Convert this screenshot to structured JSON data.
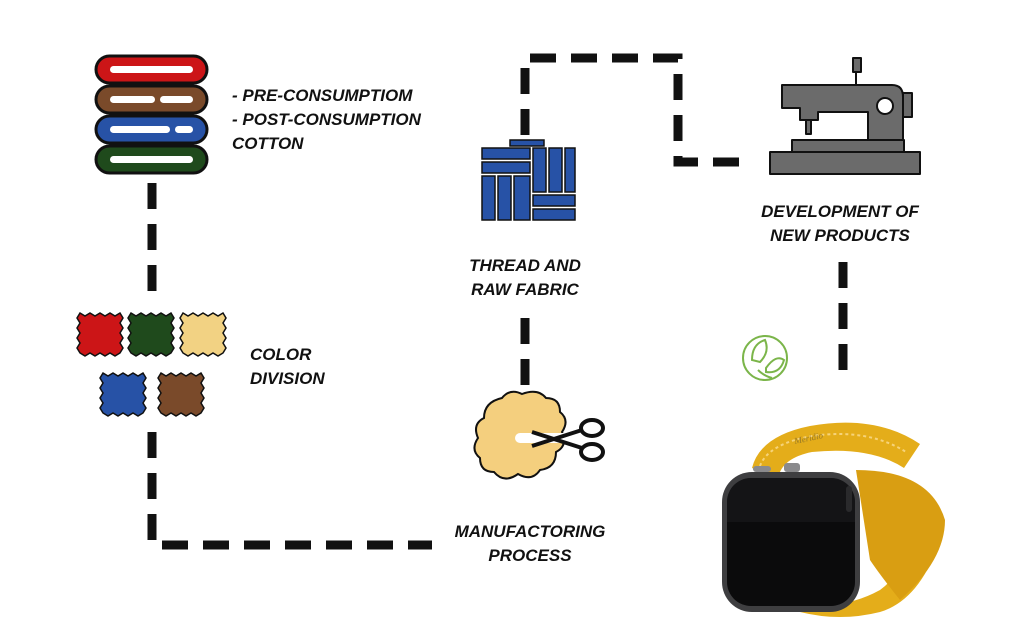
{
  "labels": {
    "cotton_line1": "- PRE-CONSUMPTIOM",
    "cotton_line2": "- POST-CONSUMPTION",
    "cotton_line3": "COTTON",
    "color_line1": "COLOR",
    "color_line2": "DIVISION",
    "thread_line1": "THREAD AND",
    "thread_line2": "RAW FABRIC",
    "dev_line1": "DEVELOPMENT OF",
    "dev_line2": "NEW PRODUCTS",
    "manu_line1": "MANUFACTORING",
    "manu_line2": "PROCESS"
  },
  "watch_strap_text": "Meridio",
  "colors": {
    "red": "#cc1517",
    "brown": "#7a4a2a",
    "blue": "#2752a6",
    "green": "#1f4a1c",
    "tan": "#f2d283",
    "leather": "#f4cf7e",
    "machine": "#6b6b6b",
    "eco": "#7bb54a",
    "strap": "#e4ad1a",
    "dash": "#111111"
  }
}
